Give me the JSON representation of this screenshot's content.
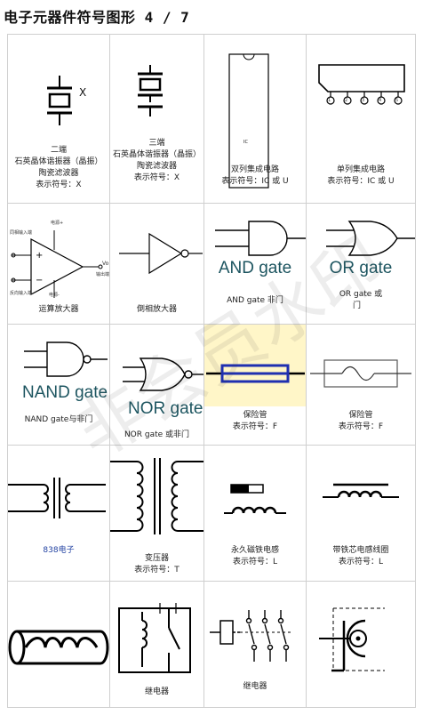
{
  "title": "电子元器件符号图形 4 / 7",
  "watermark": "非会员水印",
  "colors": {
    "gate_label": "#1d5560",
    "fuse_blue": "#1f2fb0",
    "fuse_bg": "#fff6c8",
    "border": "#cfcfcf"
  },
  "cells": [
    {
      "id": "crystal-2",
      "icon": "crystal-2-terminal-icon",
      "symbol_letter": "X",
      "lines": [
        "二端",
        "石英晶体谐振器（晶振）",
        "陶瓷滤波器",
        "表示符号：X"
      ]
    },
    {
      "id": "crystal-3",
      "icon": "crystal-3-terminal-icon",
      "lines": [
        "三端",
        "石英晶体谐振器（晶振）",
        "陶瓷滤波器",
        "表示符号：X"
      ]
    },
    {
      "id": "dip-ic",
      "icon": "dual-inline-ic-icon",
      "inner_label": "IC",
      "lines": [
        "双列集成电路",
        "表示符号：IC 或 U"
      ]
    },
    {
      "id": "sip-ic",
      "icon": "single-inline-ic-icon",
      "pins": [
        "1",
        "2",
        "3",
        "4",
        "5"
      ],
      "lines": [
        "单列集成电路",
        "表示符号：IC 或 U"
      ]
    },
    {
      "id": "opamp",
      "icon": "op-amp-icon",
      "annotations": {
        "inv_in": "同相输入端",
        "power_pos": "电源+",
        "non_inv_in": "反向输入端",
        "power_neg": "电源-",
        "out": "输出端",
        "vo": "Vo"
      },
      "lines": [
        "运算放大器"
      ]
    },
    {
      "id": "inverter",
      "icon": "inverter-amp-icon",
      "lines": [
        "倒相放大器"
      ]
    },
    {
      "id": "and",
      "icon": "and-gate-icon",
      "gate_label": "AND gate",
      "lines": [
        "AND gate 非门"
      ]
    },
    {
      "id": "or",
      "icon": "or-gate-icon",
      "gate_label": "OR gate",
      "lines": [
        "OR gate 或",
        "门"
      ]
    },
    {
      "id": "nand",
      "icon": "nand-gate-icon",
      "gate_label": "NAND gate",
      "lines": [
        "NAND gate与非门"
      ]
    },
    {
      "id": "nor",
      "icon": "nor-gate-icon",
      "gate_label": "NOR gate",
      "lines": [
        "NOR gate 或非门"
      ]
    },
    {
      "id": "fuse",
      "icon": "fuse-icon",
      "lines": [
        "保险管",
        "表示符号：F"
      ]
    },
    {
      "id": "fuse2",
      "icon": "fuse-alt-icon",
      "lines": [
        "保险管",
        "表示符号：F"
      ]
    },
    {
      "id": "transformer-link",
      "icon": "transformer-coupled-icon",
      "lines": [
        "838电子"
      ]
    },
    {
      "id": "transformer",
      "icon": "transformer-icon",
      "lines": [
        "变压器",
        "表示符号：T"
      ]
    },
    {
      "id": "pm-inductor",
      "icon": "permanent-magnet-inductor-icon",
      "lines": [
        "永久磁铁电感",
        "表示符号：L"
      ]
    },
    {
      "id": "core-inductor",
      "icon": "iron-core-inductor-icon",
      "lines": [
        "带铁芯电感线圈",
        "表示符号：L"
      ]
    },
    {
      "id": "coil",
      "icon": "solenoid-coil-icon",
      "lines": []
    },
    {
      "id": "relay1",
      "icon": "relay-icon",
      "lines": [
        "继电器"
      ]
    },
    {
      "id": "relay2",
      "icon": "relay-multi-contact-icon",
      "lines": [
        "继电器"
      ]
    },
    {
      "id": "coax",
      "icon": "coaxial-connector-icon",
      "lines": []
    }
  ]
}
